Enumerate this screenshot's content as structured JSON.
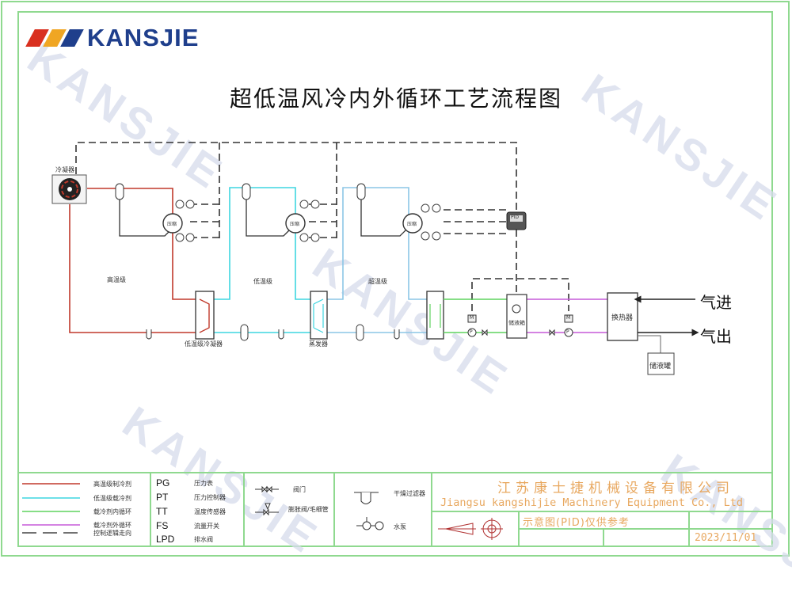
{
  "brand": {
    "name": "KANSJIE",
    "stripe_colors": [
      "#d9301f",
      "#f0a623",
      "#1f3f8c"
    ],
    "watermark": "KANSJIE"
  },
  "title": "超低温风冷内外循环工艺流程图",
  "components": {
    "condenser": "冷凝器",
    "compressor": "压缩",
    "stage_high": "高温级",
    "stage_low": "低温级",
    "stage_ultra": "超温级",
    "cascade_condenser": "低温级冷凝器",
    "evaporator": "蒸发器",
    "liquid_tank": "储液箱",
    "heat_exchanger": "换热器",
    "storage_tank": "储液罐",
    "controller": "PID",
    "pump": "P",
    "motor": "M",
    "gas_in": "气进",
    "gas_out": "气出"
  },
  "colors": {
    "high_temp": "#c0392b",
    "low_temp": "#3ed6e0",
    "ultra_temp": "#8cc6e6",
    "inner_loop": "#5fd35f",
    "outer_loop": "#c65ad8",
    "control": "#333333",
    "frame": "#8fd98f",
    "company": "#e8a860"
  },
  "legend": {
    "lines": [
      {
        "label": "高温级制冷剂",
        "color": "#c0392b",
        "dashed": false
      },
      {
        "label": "低温级载冷剂",
        "color": "#3ed6e0",
        "dashed": false
      },
      {
        "label": "载冷剂内循环",
        "color": "#5fd35f",
        "dashed": false
      },
      {
        "label": "载冷剂外循环",
        "color": "#c65ad8",
        "dashed": false
      },
      {
        "label": "控制逻辑走向",
        "color": "#444444",
        "dashed": true
      }
    ],
    "abbreviations": [
      {
        "code": "PG",
        "label": "压力表"
      },
      {
        "code": "PT",
        "label": "压力控制器"
      },
      {
        "code": "TT",
        "label": "温度传感器"
      },
      {
        "code": "FS",
        "label": "流量开关"
      },
      {
        "code": "LPD",
        "label": "排水阀"
      }
    ],
    "symbols": [
      {
        "icon": "valve-icon",
        "label": "阀门"
      },
      {
        "icon": "expansion-valve-icon",
        "label": "膨胀阀/毛细管"
      },
      {
        "icon": "dryer-filter-icon",
        "label": "干燥过滤器"
      },
      {
        "icon": "water-pump-icon",
        "label": "水泵"
      }
    ]
  },
  "title_block": {
    "company_cn": "江苏康士捷机械设备有限公司",
    "company_en": "Jiangsu kangshijie Machinery Equipment Co., Ltd",
    "note": "示意图(PID)仅供参考",
    "date": "2023/11/01"
  }
}
